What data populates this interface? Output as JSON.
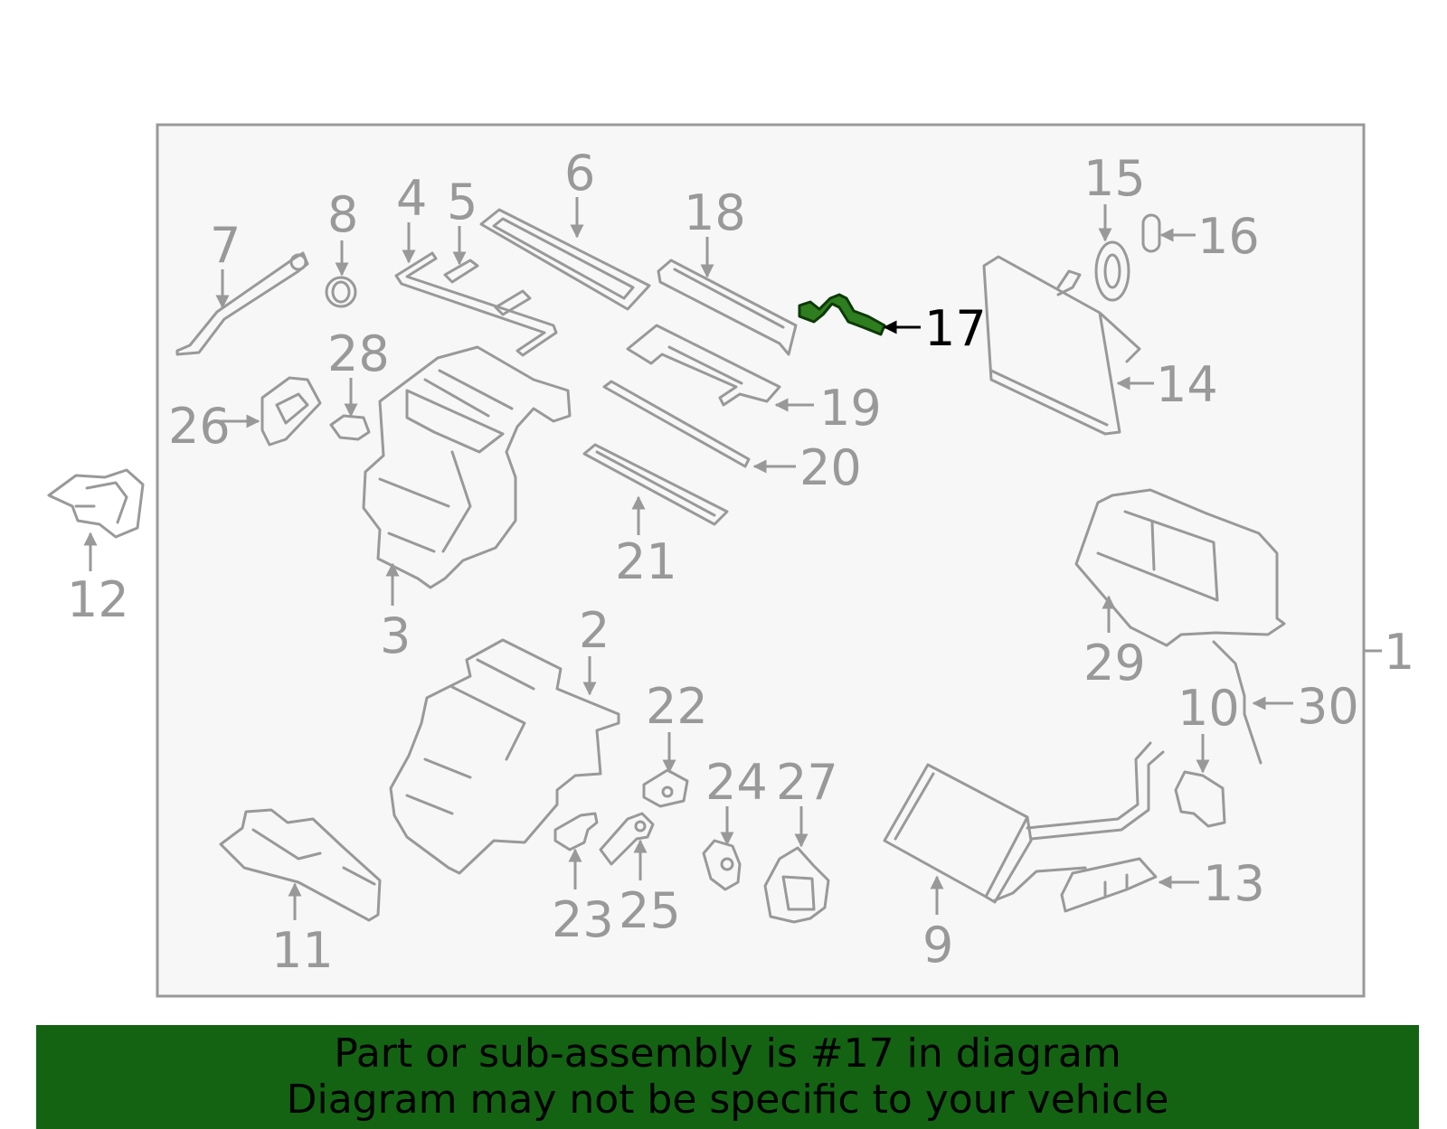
{
  "diagram": {
    "highlight_part": "17",
    "callouts": [
      "1",
      "2",
      "3",
      "4",
      "5",
      "6",
      "7",
      "8",
      "9",
      "10",
      "11",
      "12",
      "13",
      "14",
      "15",
      "16",
      "17",
      "18",
      "19",
      "20",
      "21",
      "22",
      "23",
      "24",
      "25",
      "26",
      "27",
      "28",
      "29",
      "30"
    ],
    "colors": {
      "highlight_fill": "#2e7d1f",
      "highlight_stroke": "#0d3a08",
      "part_stroke": "#999999",
      "frame_fill": "#f7f7f7",
      "banner_bg": "#136313"
    }
  },
  "banner": {
    "line1": "Part or sub-assembly is #17 in diagram",
    "line2": "Diagram may not be specific to your vehicle"
  }
}
